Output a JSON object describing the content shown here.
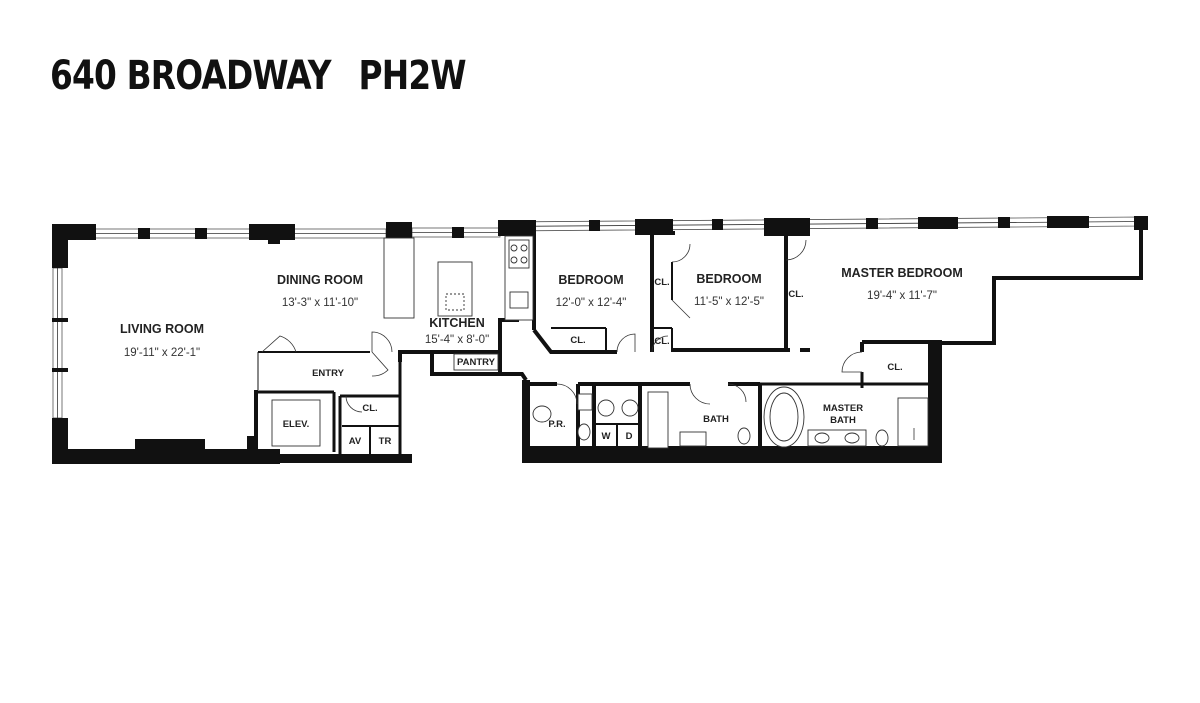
{
  "title": {
    "building": "640 BROADWAY",
    "unit": "PH2W"
  },
  "rooms": {
    "living": {
      "name": "LIVING ROOM",
      "dims": "19'-11\" x 22'-1\""
    },
    "dining": {
      "name": "DINING ROOM",
      "dims": "13'-3\" x 11'-10\""
    },
    "kitchen": {
      "name": "KITCHEN",
      "dims": "15'-4\" x 8'-0\""
    },
    "bedroom1": {
      "name": "BEDROOM",
      "dims": "12'-0\" x 12'-4\""
    },
    "bedroom2": {
      "name": "BEDROOM",
      "dims": "11'-5\" x 12'-5\""
    },
    "master_bedroom": {
      "name": "MASTER BEDROOM",
      "dims": "19'-4\" x 11'-7\""
    }
  },
  "small_labels": {
    "entry": "ENTRY",
    "pantry": "PANTRY",
    "elevator": "ELEV.",
    "closet": "CL.",
    "av": "AV",
    "tr": "TR",
    "powder_room": "P.R.",
    "washer": "W",
    "dryer": "D",
    "bath": "BATH",
    "master_bath_line1": "MASTER",
    "master_bath_line2": "BATH"
  },
  "colors": {
    "wall": "#111111",
    "background": "#ffffff"
  }
}
